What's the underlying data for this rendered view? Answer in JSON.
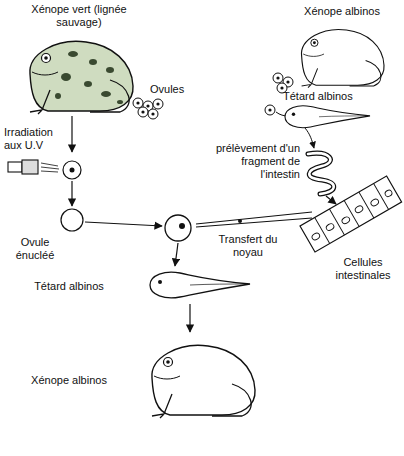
{
  "diagram": {
    "labels": [
      "Xénope vert (lignée sauvage)",
      "Xénope albinos",
      "Ovules",
      "Tétard albinos",
      "Irradiation aux U.V",
      "prélèvement d'un fragment de l'intestin",
      "Ovule énucléé",
      "Transfert du noyau",
      "Cellules intestinales",
      "Tétard albinos",
      "Xénope albinos"
    ]
  }
}
